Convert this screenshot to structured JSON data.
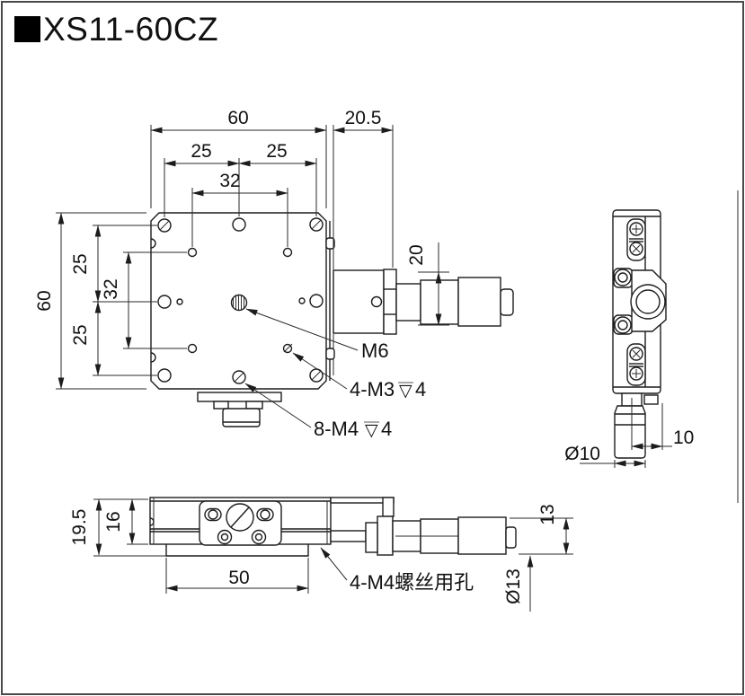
{
  "title": {
    "text": "XS11-60CZ"
  },
  "top_view": {
    "dim_width": "60",
    "dim_ext": "20.5",
    "dim_left25": "25",
    "dim_right25": "25",
    "dim_h32": "32",
    "dim_height": "60",
    "dim_v25_upper": "25",
    "dim_v32": "32",
    "dim_v25_lower": "25",
    "dim_mic_height": "20",
    "label_m6": "M6",
    "label_m3_prefix": "4-M3",
    "label_m3_depth_symbol": "▽",
    "label_m3_depth": "4",
    "label_m4_prefix": "8-M4",
    "label_m4_depth_symbol": "▽",
    "label_m4_depth": "4"
  },
  "side_view": {
    "dim_knob_dia": "Ø10",
    "dim_offset": "10"
  },
  "bottom_view": {
    "dim_total_height": "19.5",
    "dim_body_height": "16",
    "dim_base_width": "50",
    "dim_mic_height": "13",
    "dim_mic_dia": "Ø13",
    "label_screw_holes": "4-M4螺丝用孔"
  }
}
